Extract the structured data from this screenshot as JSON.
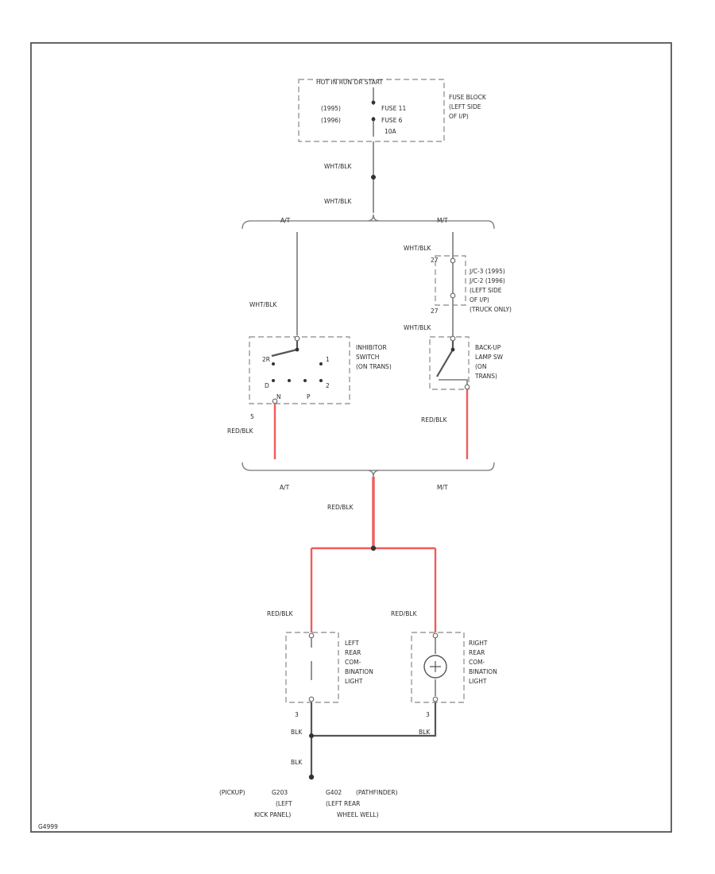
{
  "fuse_block": {
    "header": "HOT IN RUN OR START",
    "codes": [
      "(1995)",
      "(1996)"
    ],
    "fuses": [
      "FUSE 11",
      "FUSE 6",
      "10A"
    ],
    "location": [
      "FUSE BLOCK",
      "(LEFT SIDE",
      "OF I/P)"
    ]
  },
  "wires": {
    "wht_blk": "WHT/BLK",
    "red_blk": "RED/BLK",
    "blk": "BLK"
  },
  "branches": {
    "auto": "A/T",
    "manual": "M/T"
  },
  "inhibitor_switch": {
    "label": [
      "INHIBITOR",
      "SWITCH",
      "(ON TRANS)"
    ],
    "positions": [
      "2R",
      "1",
      "D",
      "2",
      "N",
      "P"
    ],
    "pin": "5"
  },
  "joint_connector": {
    "pins": [
      "27",
      "27"
    ],
    "label": [
      "J/C-3 (1995)",
      "J/C-2 (1996)",
      "(LEFT SIDE",
      "OF I/P)",
      "(TRUCK ONLY)"
    ]
  },
  "backup_switch": {
    "label": [
      "BACK-UP",
      "LAMP SW",
      "(ON",
      "TRANS)"
    ]
  },
  "left_lamp": {
    "label": [
      "LEFT",
      "REAR",
      "COM-",
      "BINATION",
      "LIGHT"
    ],
    "pin": "3"
  },
  "right_lamp": {
    "label": [
      "RIGHT",
      "REAR",
      "COM-",
      "BINATION",
      "LIGHT"
    ],
    "pin": "3"
  },
  "grounds": {
    "left": [
      "(PICKUP)",
      "G203",
      "(LEFT",
      "KICK PANEL)"
    ],
    "right": [
      "G402",
      "(PATHFINDER)",
      "(LEFT REAR",
      "WHEEL WELL)"
    ]
  },
  "figure_id": "G4999"
}
